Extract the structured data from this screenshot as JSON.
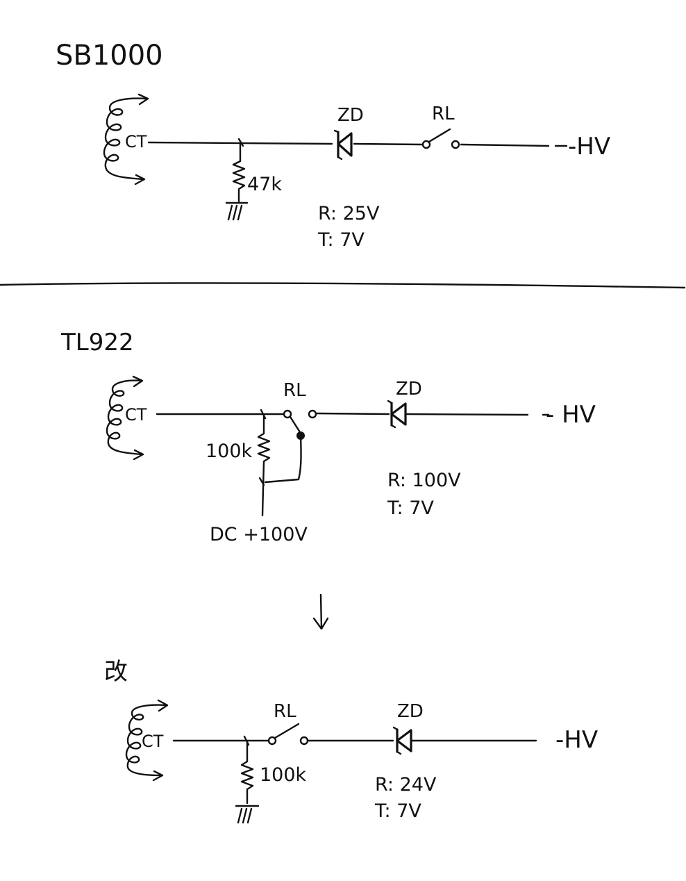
{
  "section_sb1000": {
    "title": "SB1000",
    "ct_label": "CT",
    "resistor_value": "47k",
    "zener_label": "ZD",
    "relay_label": "RL",
    "hv_label": "-HV",
    "rating_r": "R: 25V",
    "rating_t": "T:  7V"
  },
  "section_tl922": {
    "title": "TL922",
    "ct_label": "CT",
    "resistor_value": "100k",
    "relay_label": "RL",
    "zener_label": "ZD",
    "hv_label": "- HV",
    "supply_label": "DC +100V",
    "rating_r": "R: 100V",
    "rating_t": "T:  7V"
  },
  "arrow_icon": "down-arrow-icon",
  "section_modified": {
    "title": "改",
    "ct_label": "CT",
    "resistor_value": "100k",
    "relay_label": "RL",
    "zener_label": "ZD",
    "hv_label": "-HV",
    "rating_r": "R: 24V",
    "rating_t": "T:  7V"
  }
}
